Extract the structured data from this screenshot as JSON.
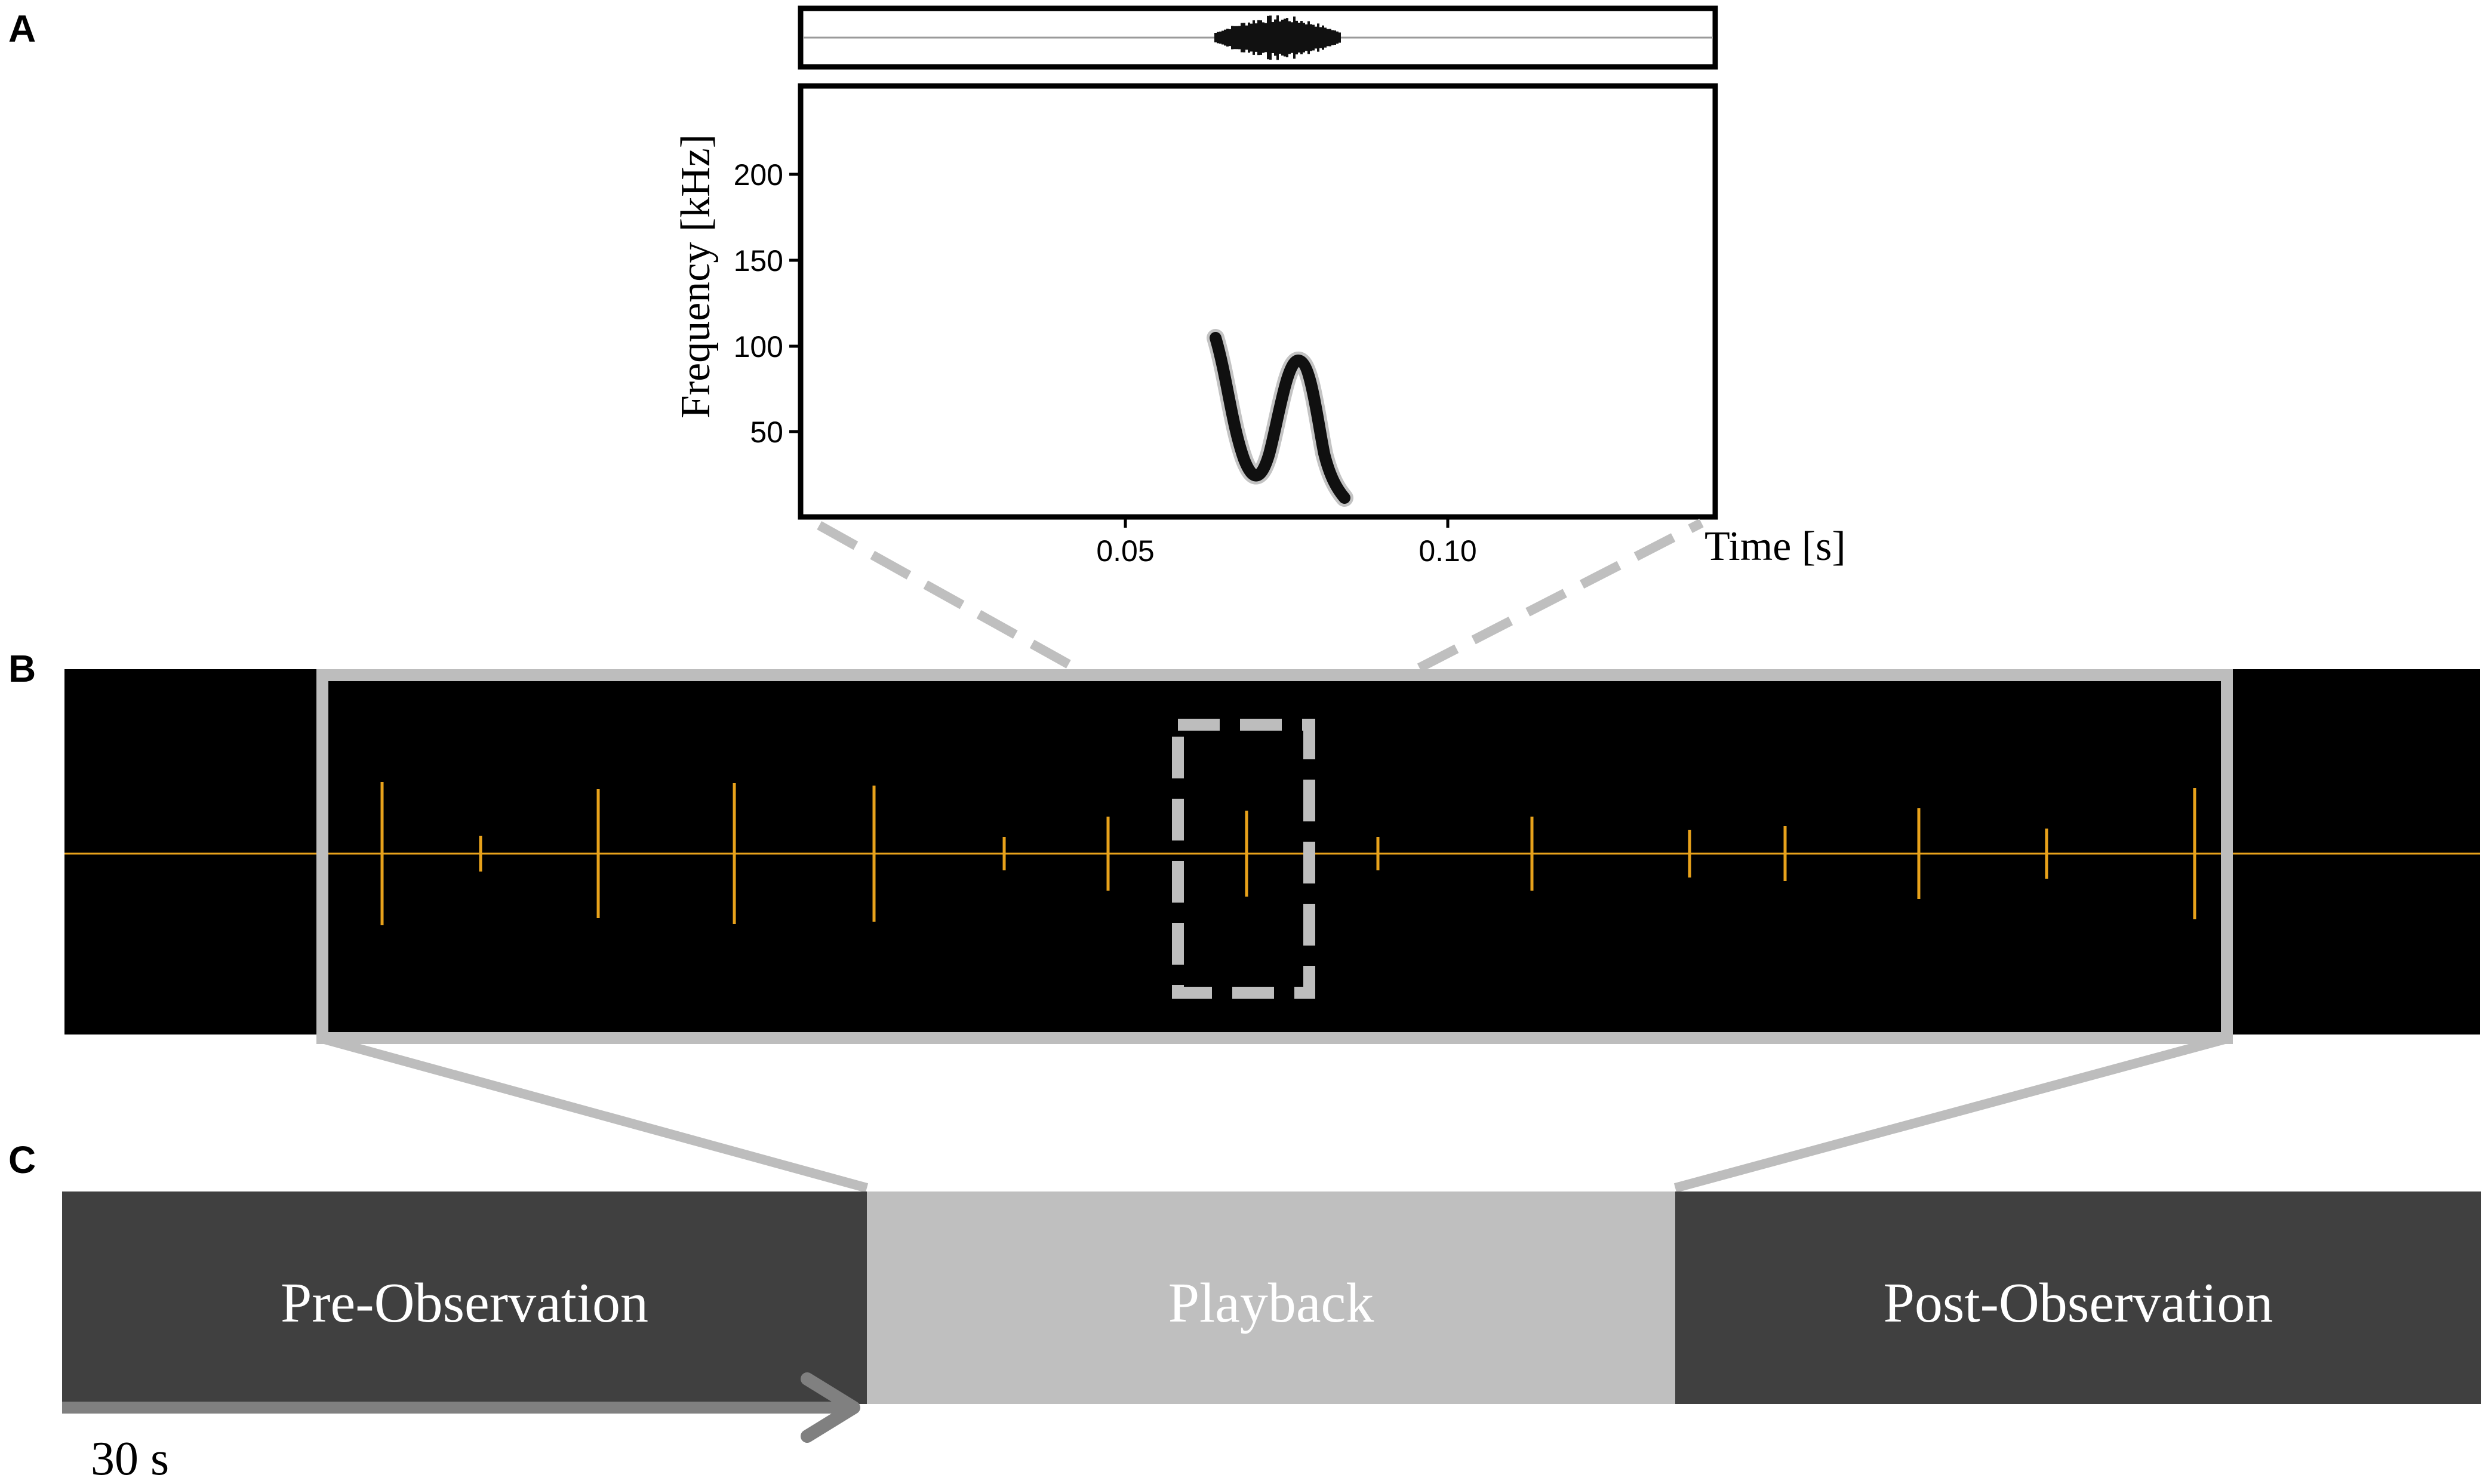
{
  "panels": {
    "a": "A",
    "b": "B",
    "c": "C"
  },
  "spectrogram": {
    "y_axis_title": "Frequency [kHz]",
    "x_axis_title": "Time [s]",
    "y_ticks": [
      "200",
      "150",
      "100",
      "50"
    ],
    "x_ticks": [
      "0.05",
      "0.10"
    ]
  },
  "timeline": {
    "phases": [
      "Pre-Observation",
      "Playback",
      "Post-Observation"
    ],
    "duration": "30 s"
  },
  "colors": {
    "waveform_signal": "#e8a21b",
    "recording_background": "#000000",
    "observation_phase": "#404040",
    "playback_phase": "#bfbfbf",
    "zoom_frame": "#bdbdbd",
    "arrow": "#808080"
  }
}
